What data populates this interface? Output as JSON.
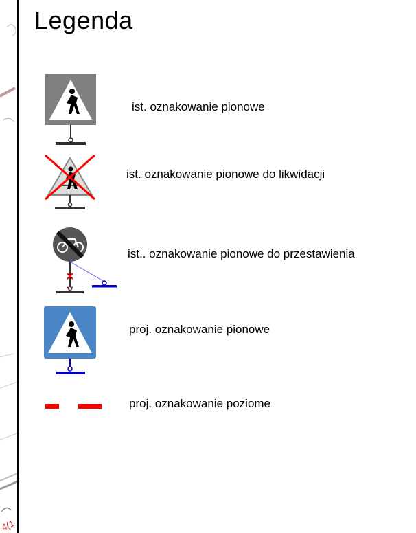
{
  "legend": {
    "title": "Legenda",
    "items": [
      {
        "label": "ist. oznakowanie pionowe",
        "icon": "existing-pedestrian-crossing-sign-icon"
      },
      {
        "label": "ist. oznakowanie pionowe do likwidacji",
        "icon": "sign-to-remove-icon"
      },
      {
        "label": "ist.. oznakowanie pionowe do przestawienia",
        "icon": "sign-to-relocate-icon"
      },
      {
        "label": "proj. oznakowanie pionowe",
        "icon": "proposed-pedestrian-crossing-sign-icon"
      },
      {
        "label": "proj. oznakowanie poziome",
        "icon": "proposed-horizontal-marking-icon"
      }
    ]
  },
  "colors": {
    "existing_sign_gray": "#7f7f7f",
    "removal_red": "#ff0000",
    "proposed_blue": "#4a86c5",
    "proposed_post_blue": "#0000cc",
    "post_dark": "#333333"
  },
  "drawing_margin": {
    "fragment_text": "4(1"
  }
}
